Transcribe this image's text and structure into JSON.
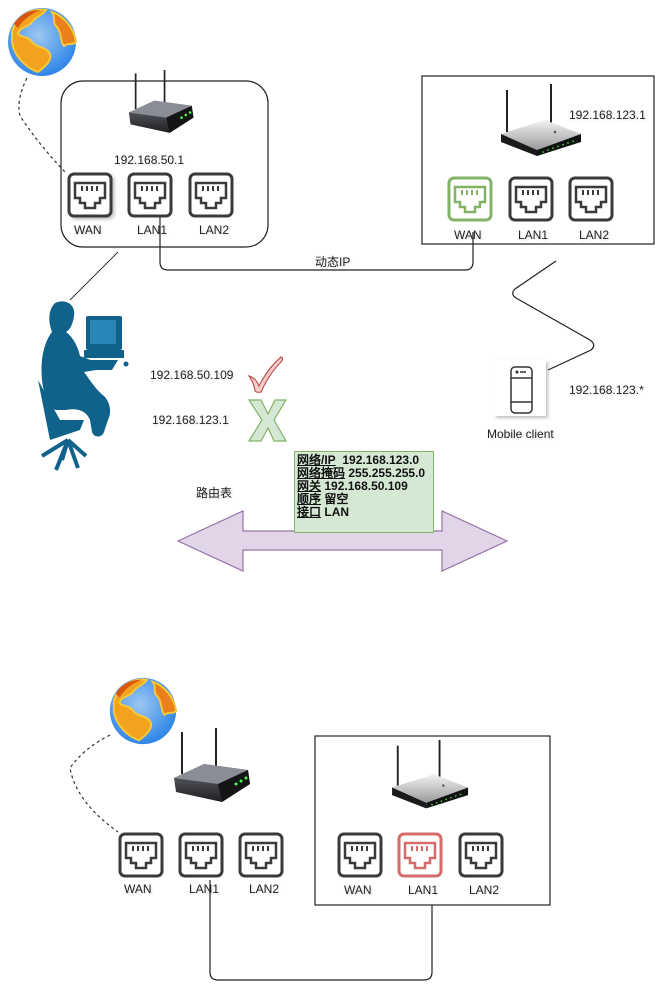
{
  "diagram": {
    "top": {
      "internet": {
        "icon": "globe-icon"
      },
      "main_router": {
        "icon": "router-icon",
        "ip": "192.168.50.1",
        "ports": [
          {
            "label": "WAN",
            "state": "normal"
          },
          {
            "label": "LAN1",
            "state": "normal"
          },
          {
            "label": "LAN2",
            "state": "normal"
          }
        ]
      },
      "sub_router": {
        "icon": "router-icon",
        "ip": "192.168.123.1",
        "ports": [
          {
            "label": "WAN",
            "state": "connected"
          },
          {
            "label": "LAN1",
            "state": "normal"
          },
          {
            "label": "LAN2",
            "state": "normal"
          }
        ]
      },
      "link_label": "动态IP",
      "pc": {
        "icon": "user-computer-icon",
        "reachable": [
          {
            "ip": "192.168.50.109",
            "status": "ok",
            "icon": "check-icon"
          },
          {
            "ip": "192.168.123.1",
            "status": "fail",
            "icon": "cross-icon"
          }
        ]
      },
      "mobile": {
        "icon": "mobile-phone-icon",
        "label": "Mobile client",
        "ip": "192.168.123.*"
      },
      "routing_table": {
        "title": "路由表",
        "rows": [
          {
            "key": "网络/IP",
            "value": "192.168.123.0"
          },
          {
            "key": "网络掩码",
            "value": "255.255.255.0"
          },
          {
            "key": "网关",
            "value": "192.168.50.109"
          },
          {
            "key": "顺序",
            "value": "留空"
          },
          {
            "key": "接口",
            "value": "LAN"
          }
        ]
      }
    },
    "bottom": {
      "internet": {
        "icon": "globe-icon"
      },
      "main_router": {
        "icon": "router-icon",
        "ports": [
          {
            "label": "WAN",
            "state": "normal"
          },
          {
            "label": "LAN1",
            "state": "normal"
          },
          {
            "label": "LAN2",
            "state": "normal"
          }
        ]
      },
      "sub_router": {
        "icon": "router-icon",
        "ports": [
          {
            "label": "WAN",
            "state": "normal"
          },
          {
            "label": "LAN1",
            "state": "error"
          },
          {
            "label": "LAN2",
            "state": "normal"
          }
        ]
      }
    },
    "colors": {
      "port_normal": "#3a3a3a",
      "port_connected": "#82b366",
      "port_error": "#d46a6a",
      "note_fill": "#d5e8d4",
      "arrow_fill": "#e1d5e7",
      "arrow_stroke": "#9673a6",
      "person": "#10628a"
    }
  }
}
